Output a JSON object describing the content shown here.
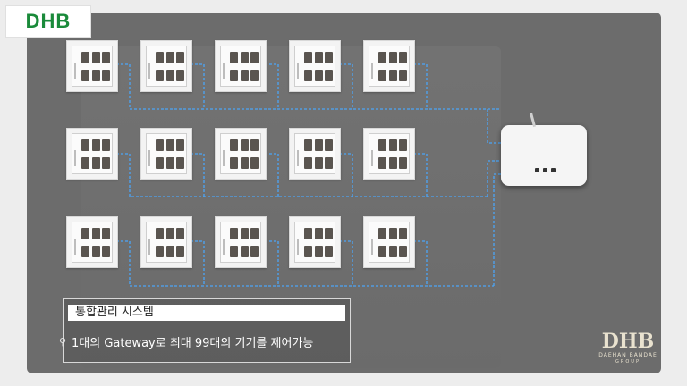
{
  "logo": {
    "text": "DHB",
    "color": "#1a8a3a"
  },
  "caption": {
    "title": "통합관리 시스템",
    "line": "1대의 Gateway로 최대 99대의 기기를 제어가능",
    "pin_icon": "pin-icon"
  },
  "brand": {
    "monogram": "DHB",
    "name": "DAEHAN BANDAE",
    "tagline": "GROUP"
  },
  "network": {
    "line_color": "#4aa8ff",
    "rows": 3,
    "cols": 5
  }
}
